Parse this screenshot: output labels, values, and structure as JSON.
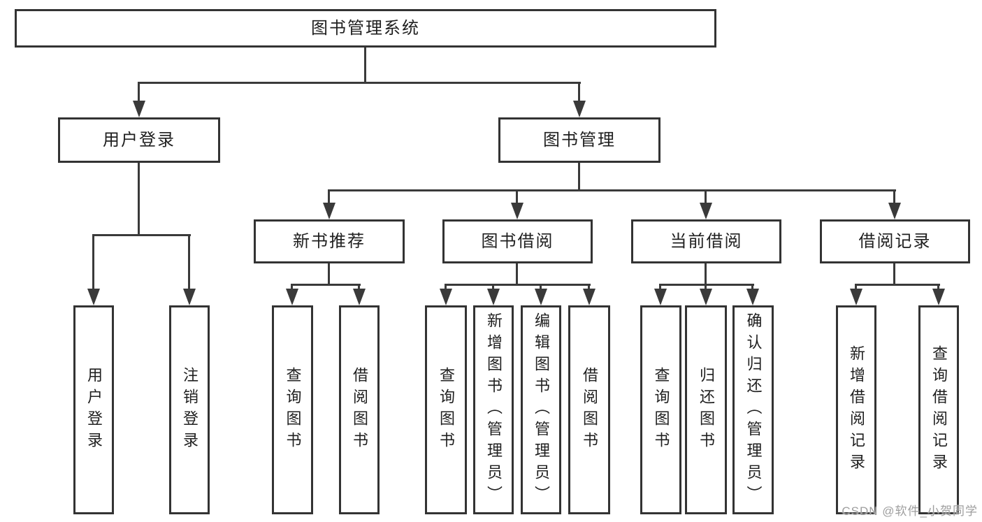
{
  "diagram": {
    "root": {
      "label": "图书管理系统"
    },
    "branches": [
      {
        "label": "用户登录",
        "children": [
          {
            "label": "用户登录"
          },
          {
            "label": "注销登录"
          }
        ]
      },
      {
        "label": "图书管理",
        "children": [
          {
            "label": "新书推荐",
            "children": [
              {
                "label": "查询图书"
              },
              {
                "label": "借阅图书"
              }
            ]
          },
          {
            "label": "图书借阅",
            "children": [
              {
                "label": "查询图书"
              },
              {
                "label": "新增图书（管理员）"
              },
              {
                "label": "编辑图书（管理员）"
              },
              {
                "label": "借阅图书"
              }
            ]
          },
          {
            "label": "当前借阅",
            "children": [
              {
                "label": "查询图书"
              },
              {
                "label": "归还图书"
              },
              {
                "label": "确认归还（管理员）"
              }
            ]
          },
          {
            "label": "借阅记录",
            "children": [
              {
                "label": "新增借阅记录"
              },
              {
                "label": "查询借阅记录"
              }
            ]
          }
        ]
      }
    ]
  },
  "watermark": {
    "text": "CSDN @软件_小贺同学"
  },
  "colors": {
    "background": "#ffffff",
    "line": "#3a3a3a",
    "box_border": "#333333",
    "box_fill": "#ffffff",
    "text": "#1f1f1f",
    "watermark": "#9e9e9e"
  }
}
